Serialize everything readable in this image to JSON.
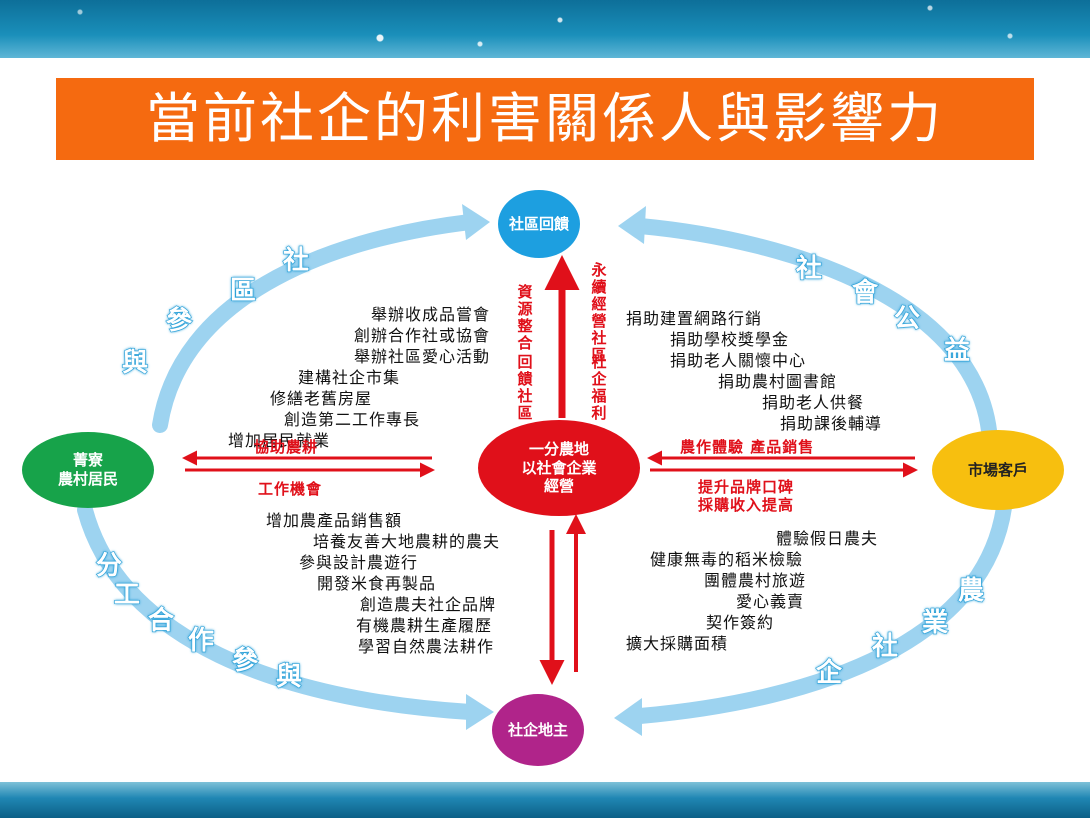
{
  "title": "當前社企的利害關係人與影響力",
  "nodes": {
    "top": "社區回饋",
    "left_1": "菁寮",
    "left_2": "農村居民",
    "right": "市場客戶",
    "bottom": "社企地主",
    "center_1": "一分農地",
    "center_2": "以社會企業",
    "center_3": "經營"
  },
  "arc_labels": {
    "top_left": [
      "社",
      "區",
      "參",
      "與"
    ],
    "top_right": [
      "社",
      "會",
      "公",
      "益"
    ],
    "bottom_left": [
      "分",
      "工",
      "合",
      "作",
      "參",
      "與"
    ],
    "bottom_right": [
      "農",
      "業",
      "社",
      "企"
    ]
  },
  "arrow_labels": {
    "left_top": "協助農耕",
    "left_bottom": "工作機會",
    "right_top": "農作體驗 產品銷售",
    "right_bottom_1": "提升品牌口碑",
    "right_bottom_2": "採購收入提高",
    "up_left_1": "資源整合",
    "up_left_2": "回饋社區",
    "up_right_1": "永續經營社區",
    "up_right_2": "社企福利"
  },
  "lists": {
    "top_left": [
      "舉辦收成品嘗會",
      "創辦合作社或協會",
      "舉辦社區愛心活動",
      "建構社企市集",
      "修繕老舊房屋",
      "創造第二工作專長",
      "增加居民就業"
    ],
    "top_right": [
      "捐助建置網路行銷",
      "捐助學校獎學金",
      "捐助老人關懷中心",
      "捐助農村圖書館",
      "捐助老人供餐",
      "捐助課後輔導"
    ],
    "bottom_left": [
      "增加農產品銷售額",
      "培養友善大地農耕的農夫",
      "參與設計農遊行",
      "開發米食再製品",
      "創造農夫社企品牌",
      "有機農耕生產履歷",
      "學習自然農法耕作"
    ],
    "bottom_right": [
      "體驗假日農夫",
      "健康無毒的稻米檢驗",
      "團體農村旅遊",
      "愛心義賣",
      "契作簽約",
      "擴大採購面積"
    ]
  },
  "colors": {
    "title_bg": "#f56a10",
    "node_top": "#1d9fe0",
    "node_left": "#17a34a",
    "node_right": "#f7bf0f",
    "node_bottom": "#b0248a",
    "node_center": "#e0101a",
    "ring": "#9dd3f0",
    "arrow_red": "#e0101a"
  }
}
